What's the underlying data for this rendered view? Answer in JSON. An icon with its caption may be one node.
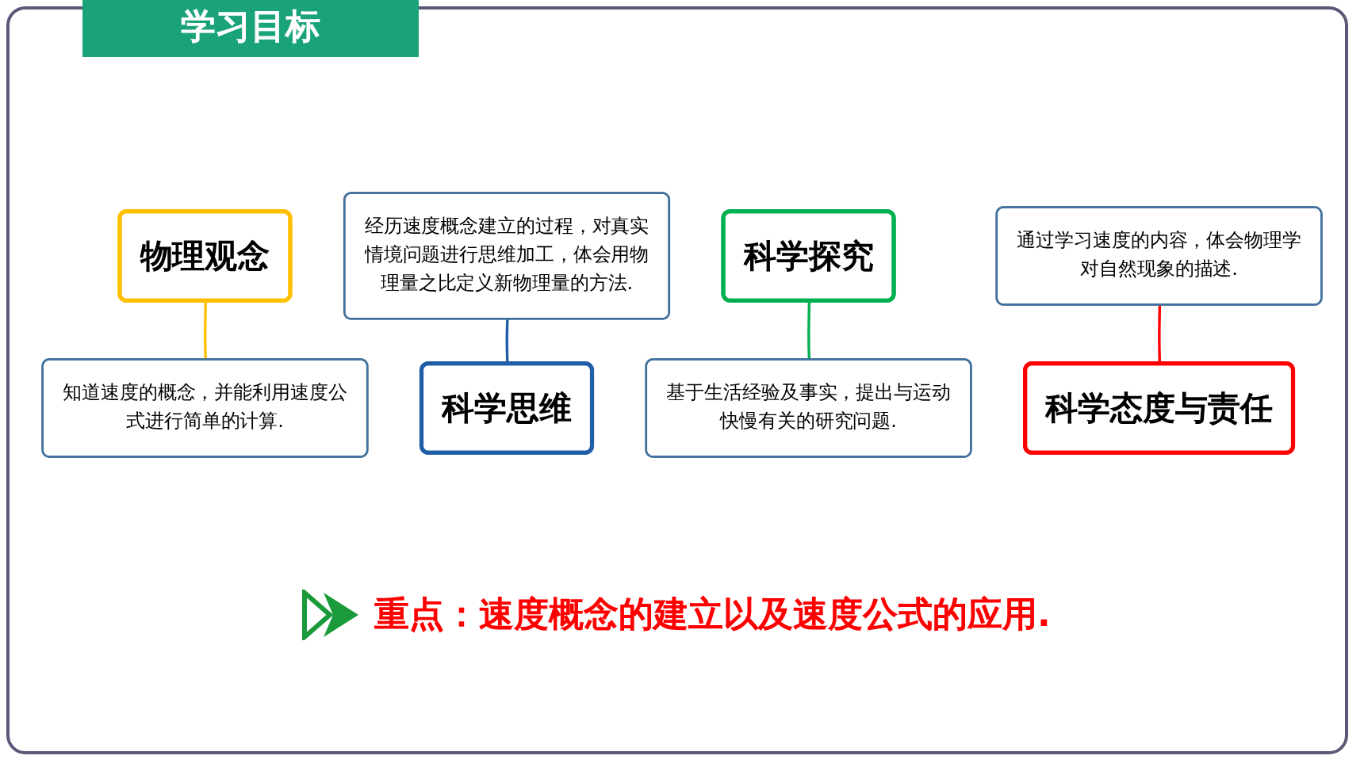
{
  "diagram": {
    "title": "学习目标",
    "nodes": [
      {
        "text": [
          "物理观念"
        ]
      },
      {
        "text": [
          "知道速度的概念，并能利用速度公式进行简单的计算."
        ]
      },
      {
        "text": [
          "经历速度概念建立的过程，对真实情境问题进行思维加工，体会用物理量之比定义新物理量的方法."
        ]
      },
      {
        "text": [
          "科学思维"
        ]
      },
      {
        "text": [
          "科学探究"
        ]
      },
      {
        "text": [
          "基于生活经验及事实，提出与运动快慢有关的研究问题."
        ]
      },
      {
        "text": [
          "通过学习速度的内容，体会物理学对自然现象的描述."
        ]
      },
      {
        "text": [
          "科学态度与责任"
        ]
      }
    ],
    "edges": [
      {
        "from": 0,
        "to": 1,
        "arrow": "none",
        "color": "#ffc000"
      },
      {
        "from": 2,
        "to": 3,
        "arrow": "none",
        "color": "#1f5fa8"
      },
      {
        "from": 4,
        "to": 5,
        "arrow": "none",
        "color": "#00b050"
      },
      {
        "from": 6,
        "to": 7,
        "arrow": "none",
        "color": "#ff0000"
      }
    ],
    "labels": [
      "重点：速度概念的建立以及速度公式的应用."
    ]
  }
}
